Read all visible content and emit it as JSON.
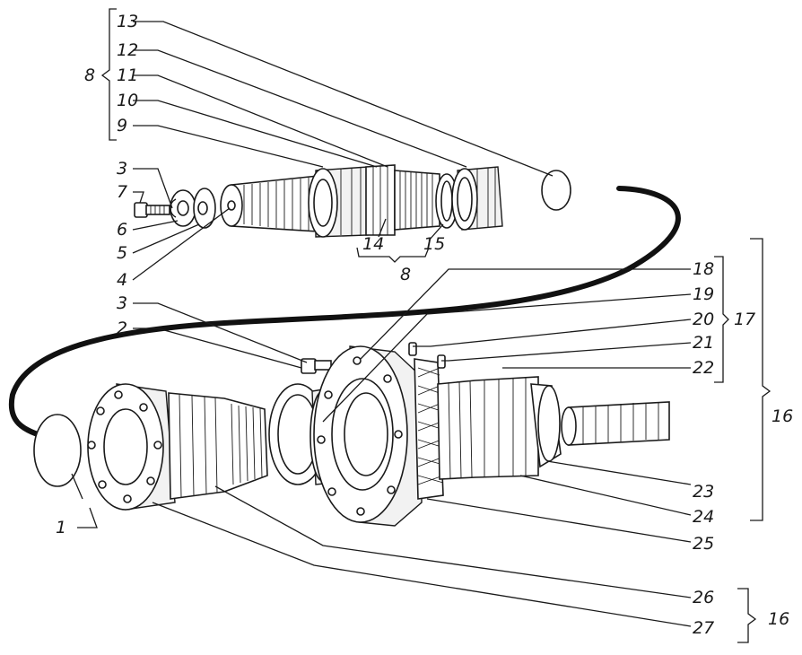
{
  "colors": {
    "ink": "#1a1a1a",
    "paper": "#ffffff",
    "hose": "#111111"
  },
  "labels": {
    "l1": "1",
    "l2": "2",
    "l3a": "3",
    "l3b": "3",
    "l4": "4",
    "l5": "5",
    "l6": "6",
    "l7": "7",
    "l8a": "8",
    "l8b": "8",
    "l9": "9",
    "l10": "10",
    "l11": "11",
    "l12": "12",
    "l13": "13",
    "l14": "14",
    "l15": "15",
    "l16a": "16",
    "l16b": "16",
    "l17": "17",
    "l18": "18",
    "l19": "19",
    "l20": "20",
    "l21": "21",
    "l22": "22",
    "l23": "23",
    "l24": "24",
    "l25": "25",
    "l26": "26",
    "l27": "27"
  }
}
